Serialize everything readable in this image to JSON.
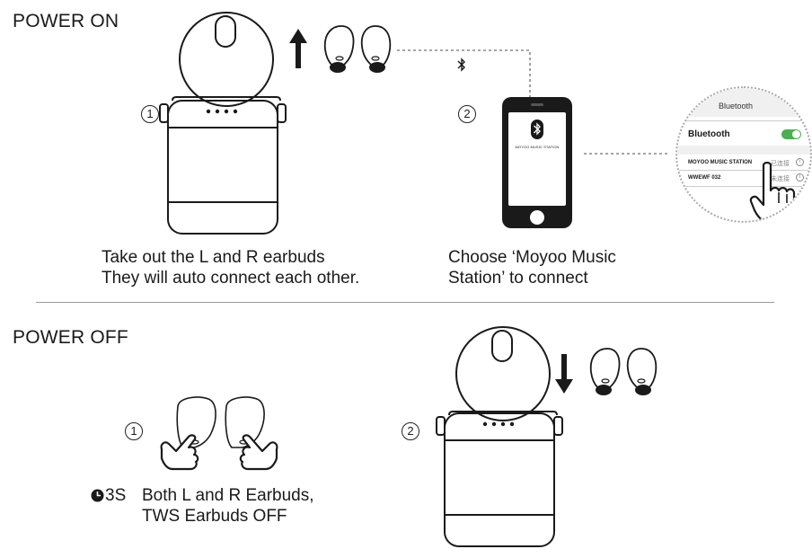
{
  "power_on": {
    "heading": "POWER ON",
    "step1": {
      "number": "1",
      "caption_line1": "Take out the L and R earbuds",
      "caption_line2": "They will auto connect each other."
    },
    "step2": {
      "number": "2",
      "caption_line1": "Choose ‘Moyoo Music",
      "caption_line2": "Station’ to connect",
      "phone_screen_text": "MOYOO MUSIC STATION"
    },
    "bluetooth_panel": {
      "title": "Bluetooth",
      "toggle_label": "Bluetooth",
      "toggle_on": true,
      "devices": [
        {
          "name": "MOYOO MUSIC STATION",
          "status": "已连接"
        },
        {
          "name": "WWEWF 032",
          "status": "未连接"
        }
      ]
    }
  },
  "power_off": {
    "heading": "POWER OFF",
    "step1": {
      "number": "1",
      "hold_label": "3S",
      "caption_line1": "Both L and R Earbuds,",
      "caption_line2": "TWS Earbuds OFF"
    },
    "step2": {
      "number": "2"
    }
  },
  "colors": {
    "ink": "#1a1a1a",
    "toggle_green": "#4caf50",
    "divider": "#9a9a9a",
    "panel_grey": "#f0f0f0"
  }
}
